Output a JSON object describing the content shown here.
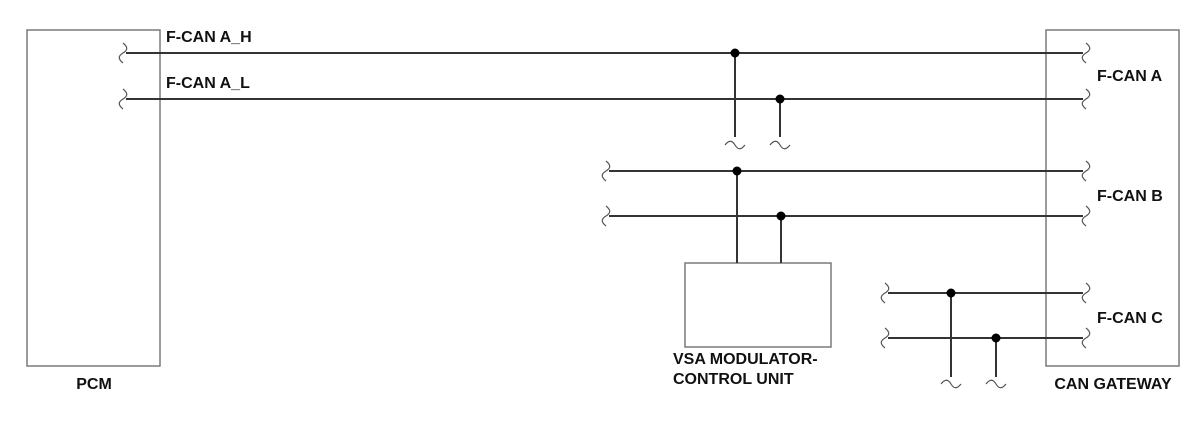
{
  "components": {
    "pcm": "PCM",
    "vsa_line1": "VSA MODULATOR-",
    "vsa_line2": "CONTROL UNIT",
    "gateway": "CAN GATEWAY"
  },
  "buses": {
    "fcan_a_h": "F-CAN A_H",
    "fcan_a_l": "F-CAN A_L",
    "fcan_a": "F-CAN A",
    "fcan_b": "F-CAN B",
    "fcan_c": "F-CAN C"
  },
  "colors": {
    "wire": "#333333",
    "box_border": "#7a7a7a",
    "text": "#111111",
    "background": "#ffffff"
  }
}
